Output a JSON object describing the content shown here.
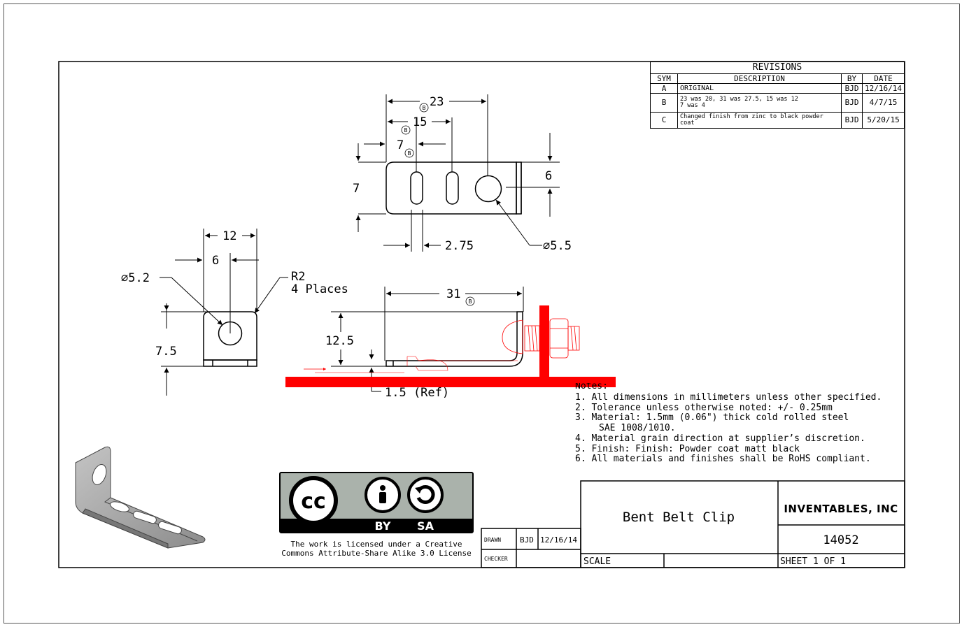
{
  "revisions": {
    "title": "REVISIONS",
    "headers": {
      "sym": "SYM",
      "description": "DESCRIPTION",
      "by": "BY",
      "date": "DATE"
    },
    "rows": [
      {
        "sym": "A",
        "description": "ORIGINAL",
        "by": "BJD",
        "date": "12/16/14"
      },
      {
        "sym": "B",
        "description_line1": "23 was 20, 31 was 27.5, 15 was 12",
        "description_line2": "7 was 4",
        "by": "BJD",
        "date": "4/7/15"
      },
      {
        "sym": "C",
        "description_line1": "Changed finish from zinc to black powder",
        "description_line2": "coat",
        "by": "BJD",
        "date": "5/20/15"
      }
    ]
  },
  "top_view": {
    "dim_23": "23",
    "dim_15": "15",
    "dim_7_horizontal": "7",
    "dim_7_vertical": "7",
    "dim_6": "6",
    "dim_2_75": "2.75",
    "dim_dia_5_5": "∅5.5",
    "rev_marker": "B"
  },
  "end_view": {
    "dim_12": "12",
    "dim_6": "6",
    "dim_dia_5_2": "∅5.2",
    "radius_line1": "R2",
    "radius_line2": "4 Places",
    "dim_7_5": "7.5"
  },
  "side_view": {
    "dim_31": "31",
    "dim_12_5": "12.5",
    "dim_1_5": "1.5 (Ref)",
    "rev_marker": "B"
  },
  "notes": {
    "title": "Notes:",
    "items": [
      {
        "num": "1.",
        "text": "All dimensions in millimeters unless other specified."
      },
      {
        "num": "2.",
        "text": "Tolerance unless otherwise noted: +/- 0.25mm"
      },
      {
        "num": "3.",
        "text": "Material: 1.5mm (0.06\") thick cold rolled steel",
        "cont": "SAE 1008/1010."
      },
      {
        "num": "4.",
        "text": "Material grain direction at supplier’s discretion."
      },
      {
        "num": "5.",
        "text": "Finish: Finish: Powder coat matt black"
      },
      {
        "num": "6.",
        "text": "All materials and finishes shall be RoHS compliant."
      }
    ]
  },
  "license": {
    "badge_cc": "cc",
    "badge_by": "BY",
    "badge_sa": "SA",
    "line1": "The work is licensed under a Creative",
    "line2": "Commons Attribute-Share Alike 3.0 License"
  },
  "title_block": {
    "drawn_label": "DRAWN",
    "drawn_by": "BJD",
    "drawn_date": "12/16/14",
    "checker_label": "CHECKER",
    "part_title": "Bent Belt Clip",
    "company": "INVENTABLES, INC",
    "part_number": "14052",
    "scale_label": "SCALE",
    "sheet": "SHEET 1 OF 1"
  },
  "colors": {
    "line": "#000000",
    "overlay_red": "#ff0000",
    "part_fill": "#a8a8a8"
  }
}
